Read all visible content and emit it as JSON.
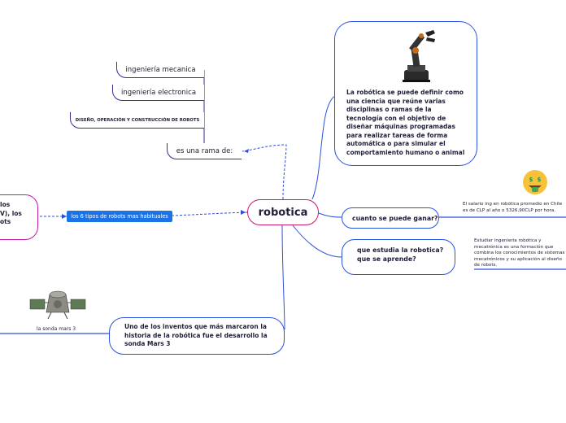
{
  "central": {
    "label": "robotica"
  },
  "branches": {
    "rama": {
      "label": "es una rama de:",
      "children": [
        "ingeniería mecanica",
        "ingeniería electronica",
        "DISEÑO, OPERACIÓN Y CONSTRUCCIÓN DE ROBOTS"
      ]
    },
    "definicion": {
      "text": "La robótica se puede definir como una ciencia que reúne varias disciplinas o ramas de la tecnología con el objetivo de diseñar máquinas programadas para realizar tareas de forma automática o para simular el comportamiento humano o animal"
    },
    "ganar": {
      "label": "cuanto se puede ganar?",
      "detail": "El salario ing en robótica promedio en Chile es de CLP al año o 5326,90CLP por hora."
    },
    "estudia": {
      "label": "que estudia la robotica? que se aprende?",
      "detail": "Estudiar ingeniería robótica y mecatrónica es una formación que combina los conocimientos de sistemas mecatrónicos y su aplicación al diseño de robots."
    },
    "mars": {
      "text": "Uno de los inventos que más marcaron la historia de la robótica fue el desarrollo la sonda Mars 3",
      "caption": "la sonda mars 3"
    },
    "tipos": {
      "tag": "los 6 tipos de robots mas habituales",
      "partial": "los\nV), los\nots"
    }
  },
  "colors": {
    "central_border": "#c8186e",
    "box_border": "#2b50e0",
    "pill_border": "#3b2a8f",
    "tag_bg": "#1a73e8",
    "tipos_border": "#c21aa8"
  }
}
